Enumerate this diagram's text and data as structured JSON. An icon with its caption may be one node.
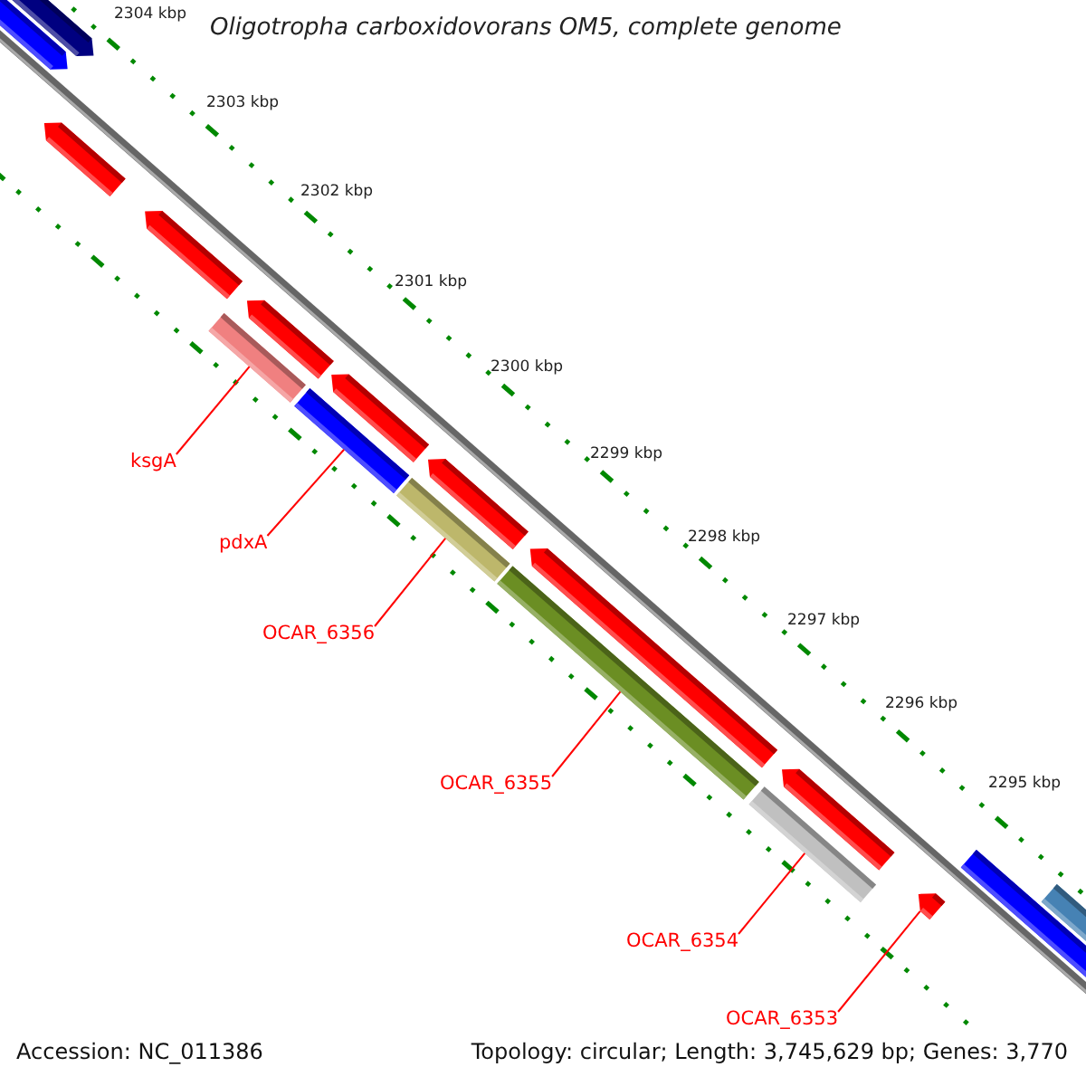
{
  "diagram": {
    "title": "Oligotropha carboxidovorans OM5, complete genome",
    "nodes": [
      {
        "text": [
          "ksgA"
        ]
      },
      {
        "text": [
          "pdxA"
        ]
      },
      {
        "text": [
          "OCAR_6356"
        ]
      },
      {
        "text": [
          "OCAR_6355"
        ]
      },
      {
        "text": [
          "OCAR_6354"
        ]
      },
      {
        "text": [
          "OCAR_6353"
        ]
      },
      {
        "text": [],
        "shape": "bar"
      },
      {
        "text": [],
        "shape": "bar"
      },
      {
        "text": [],
        "shape": "bar"
      },
      {
        "text": [],
        "shape": "bar"
      },
      {
        "text": [],
        "shape": "bar"
      },
      {
        "text": [],
        "shape": "arrow"
      }
    ],
    "edges": [
      {
        "from": 0,
        "to": 6,
        "arrow": "none"
      },
      {
        "from": 1,
        "to": 7,
        "arrow": "none"
      },
      {
        "from": 2,
        "to": 8,
        "arrow": "none"
      },
      {
        "from": 3,
        "to": 9,
        "arrow": "none"
      },
      {
        "from": 4,
        "to": 10,
        "arrow": "none"
      },
      {
        "from": 5,
        "to": 11,
        "arrow": "none"
      }
    ],
    "labels": [
      "2304 kbp",
      "2303 kbp",
      "2302 kbp",
      "2301 kbp",
      "2300 kbp",
      "2299 kbp",
      "2298 kbp",
      "2297 kbp",
      "2296 kbp",
      "2295 kbp",
      "Accession: NC_011386",
      "Topology: circular; Length: 3,745,629 bp; Genes: 3,770"
    ]
  }
}
